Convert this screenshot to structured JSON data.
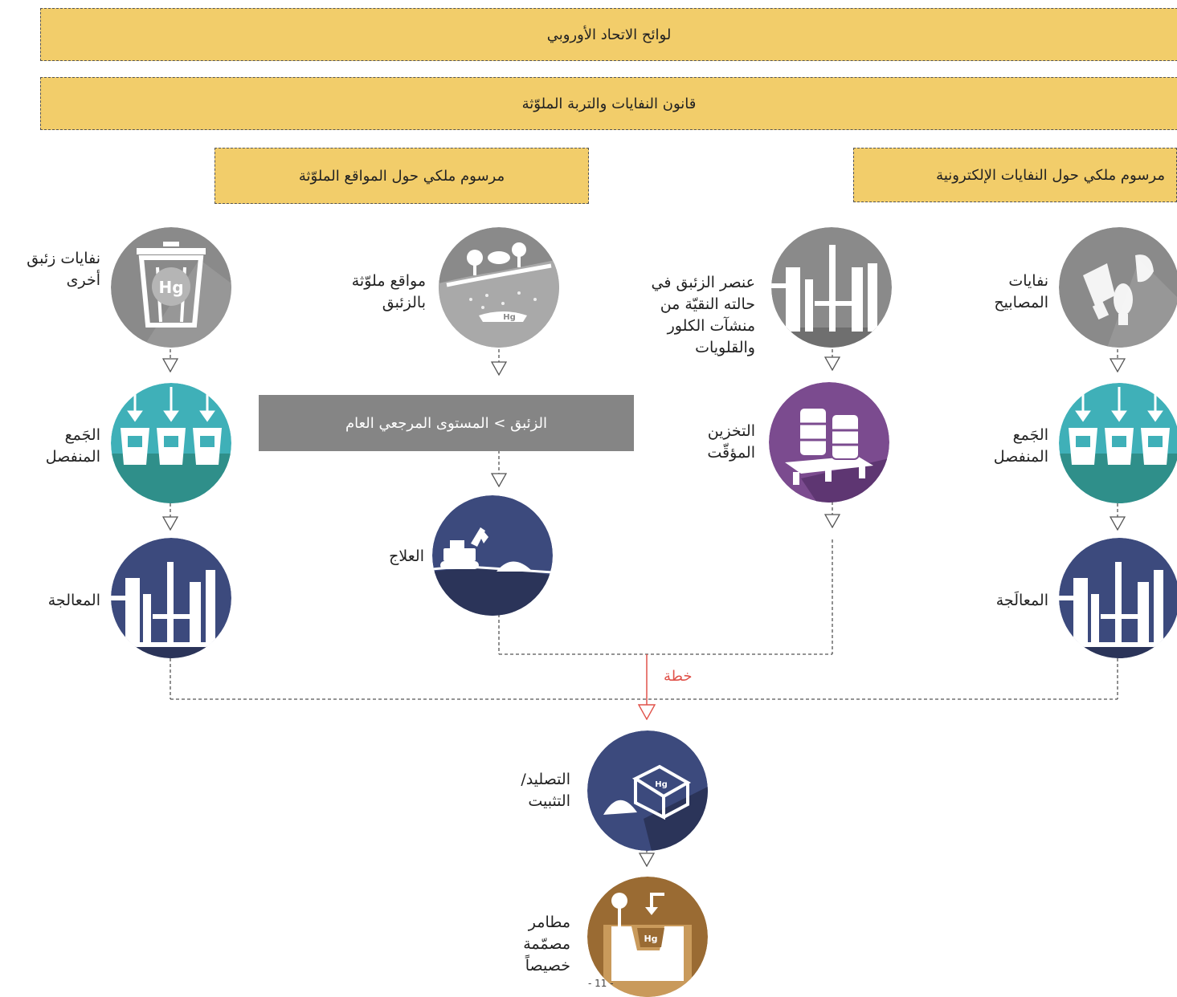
{
  "header": {
    "eu_regulations": "لوائح الاتحاد الأوروبي",
    "waste_soil_law": "قانون النفايات والتربة الملوّثة",
    "decree_contaminated_sites": "مرسوم ملكي حول المواقع الملوّثة",
    "decree_ewaste": "مرسوم ملكي حول النفايات الإلكترونية"
  },
  "columns": {
    "other_mercury_waste": {
      "source": "نفايات زئبق\nأخرى",
      "collection": "الجَمع\nالمنفصل",
      "treatment": "المعالجة"
    },
    "contaminated_sites": {
      "source": "مواقع ملوّثة\nبالزئبق",
      "threshold": "الزئبق > المستوى المرجعي العام",
      "remediation": "العلاج"
    },
    "chlor_alkali": {
      "source": "عنصر الزئبق في\nحالته النقيّة من\nمنشآت الكلور\nوالقلويات",
      "storage": "التخزين\nالمؤقّت"
    },
    "lamps": {
      "source": "نفايات\nالمصابيح",
      "collection": "الجَمع\nالمنفصل",
      "treatment": "المعالَجة"
    }
  },
  "final": {
    "plan": "خطة",
    "stabilisation": "التصليد/\nالتثبيت",
    "landfill": "مطامر\nمصمّمة\nخصيصاً",
    "hg": "Hg"
  },
  "page_number": "- 11 -",
  "colors": {
    "box": "#f2cd6a",
    "gray": "#8a8a8a",
    "teal": "#3fb0b8",
    "navy": "#3c4a7d",
    "purple": "#7b4b8f",
    "brown": "#9a6b33",
    "plan_arrow": "#e0524a"
  }
}
